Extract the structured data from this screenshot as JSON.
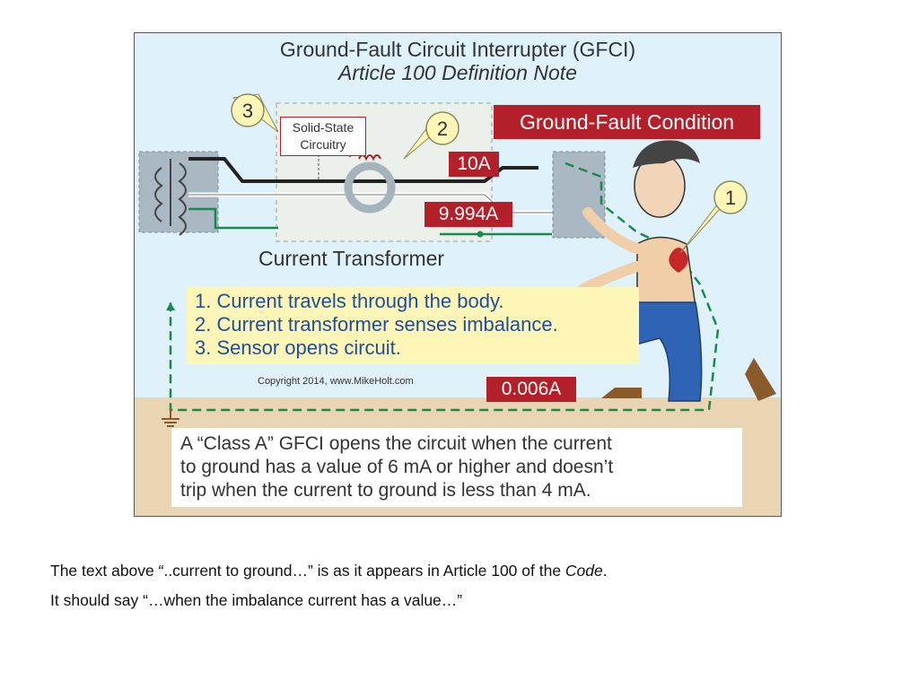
{
  "diagram": {
    "title": "Ground-Fault Circuit Interrupter (GFCI)",
    "subtitle": "Article 100 Definition Note",
    "condition_label": "Ground-Fault Condition",
    "solid_state": [
      "Solid-State",
      "Circuitry"
    ],
    "current_transformer_label": "Current Transformer",
    "current_hot": "10A",
    "current_neutral": "9.994A",
    "current_ground": "0.006A",
    "callouts": [
      "1",
      "2",
      "3"
    ],
    "steps": [
      "1. Current travels through the body.",
      "2. Current transformer senses imbalance.",
      "3. Sensor opens circuit."
    ],
    "copyright": "Copyright 2014, www.MikeHolt.com",
    "definition_lines": [
      "A “Class A” GFCI opens the circuit when the current",
      "to ground has a value of 6 mA or higher and doesn’t",
      "trip when the current to ground is less than 4 mA."
    ],
    "colors": {
      "sky": "#dff1fb",
      "ground": "#e9d5b3",
      "red_tag": "#b3202a",
      "path_green": "#1a8a4a",
      "step_text": "#1d4f9a",
      "step_bg": "#fdf6b7"
    }
  },
  "note": {
    "line1_before": "The  text above “..current to ground…” is as it appears in Article 100 of the ",
    "line1_italic": "Code",
    "line1_after": ".",
    "line2": "It should say “…when the imbalance current has a value…”"
  }
}
